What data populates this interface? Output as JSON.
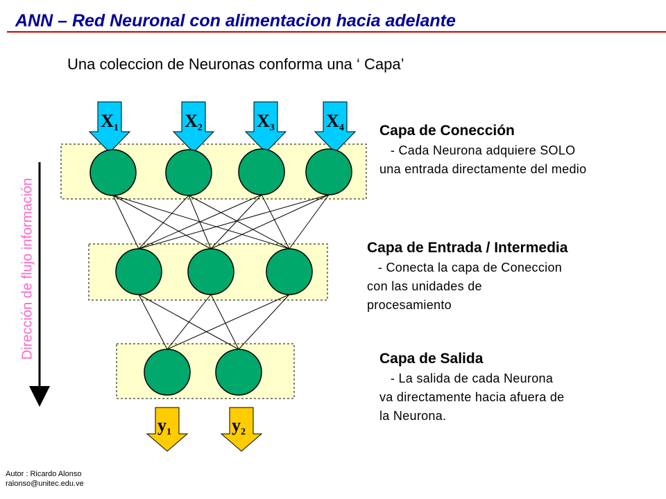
{
  "slide_title": "ANN – Red Neuronal con alimentacion hacia adelante",
  "subtitle": "Una coleccion de Neuronas conforma una ‘ Capa’",
  "inputs": [
    {
      "base": "X",
      "sub": "1"
    },
    {
      "base": "X",
      "sub": "2"
    },
    {
      "base": "X",
      "sub": "3"
    },
    {
      "base": "X",
      "sub": "4"
    }
  ],
  "outputs": [
    {
      "base": "y",
      "sub": "1"
    },
    {
      "base": "y",
      "sub": "2"
    }
  ],
  "layers": {
    "connection": {
      "title": "Capa de Conección",
      "text_lines": [
        "   - Cada Neurona adquiere SOLO",
        "una entrada directamente del medio"
      ]
    },
    "hidden": {
      "title": "Capa de Entrada / Intermedia",
      "text_lines": [
        "   - Conecta la capa de Coneccion",
        "con las unidades de",
        "procesamiento"
      ]
    },
    "output": {
      "title": "Capa de Salida",
      "text_lines": [
        "   - La salida de cada Neurona",
        "va directamente hacia afuera de",
        "la Neurona."
      ]
    }
  },
  "flow_label": "Dirección de flujo información",
  "author": {
    "line1": "Autor : Ricardo Alonso",
    "line2": "ralonso@unitec.edu.ve"
  },
  "colors": {
    "title": "#000099",
    "title_rule": "#cc0000",
    "layer_fill": "#ffffcc",
    "neuron_fill": "#00a86b",
    "input_arrow": "#00ccff",
    "output_arrow": "#ffcc00",
    "flow_label": "#ff66cc"
  }
}
